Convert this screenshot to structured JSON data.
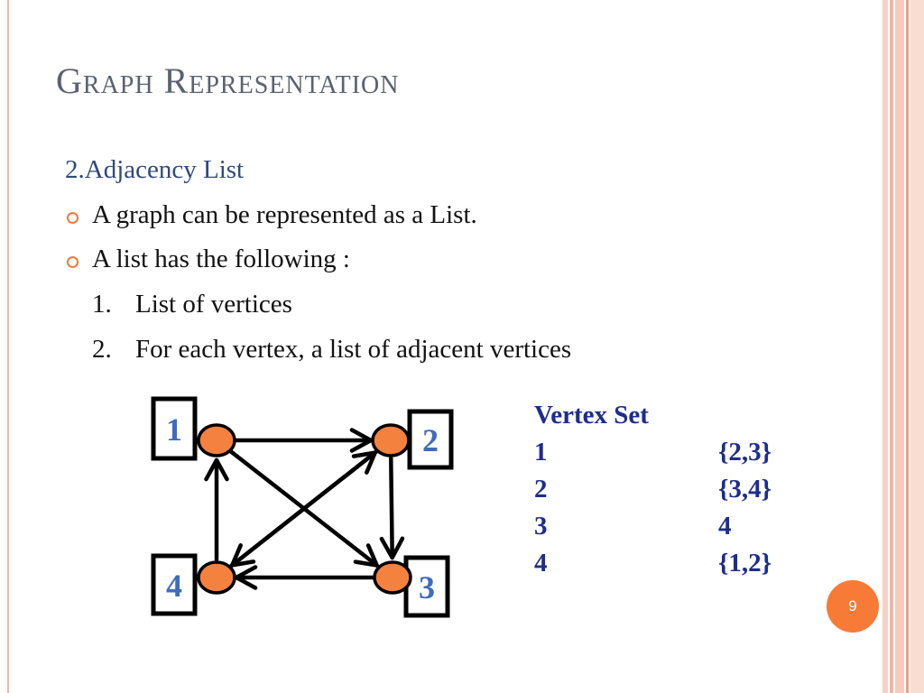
{
  "slide": {
    "title": "Graph Representation",
    "subtitle": "2.Adjacency List",
    "bullets": [
      "A graph can be represented as a List.",
      "A list has the following :"
    ],
    "numbered_items": [
      {
        "num": "1.",
        "text": "List of vertices"
      },
      {
        "num": "2.",
        "text": "For each vertex, a list of adjacent vertices"
      }
    ],
    "page_number": "9"
  },
  "graph": {
    "nodes": [
      {
        "id": "1",
        "label": "1"
      },
      {
        "id": "2",
        "label": "2"
      },
      {
        "id": "3",
        "label": "3"
      },
      {
        "id": "4",
        "label": "4"
      }
    ],
    "edges": [
      {
        "from": "1",
        "to": "2"
      },
      {
        "from": "1",
        "to": "3"
      },
      {
        "from": "2",
        "to": "3"
      },
      {
        "from": "2",
        "to": "4"
      },
      {
        "from": "3",
        "to": "4"
      },
      {
        "from": "4",
        "to": "1"
      },
      {
        "from": "4",
        "to": "2"
      }
    ]
  },
  "vertex_table": {
    "header": "Vertex Set",
    "rows": [
      {
        "vertex": "1",
        "adjacent": "{2,3}"
      },
      {
        "vertex": "2",
        "adjacent": "{3,4}"
      },
      {
        "vertex": "3",
        "adjacent": "4"
      },
      {
        "vertex": "4",
        "adjacent": "{1,2}"
      }
    ]
  },
  "colors": {
    "node_fill": "#f5813f",
    "title": "#5a6270",
    "subtitle": "#2e4a7d",
    "label_blue": "#3e6cbf",
    "table_text": "#1d2d8c",
    "badge": "#f77a36"
  }
}
